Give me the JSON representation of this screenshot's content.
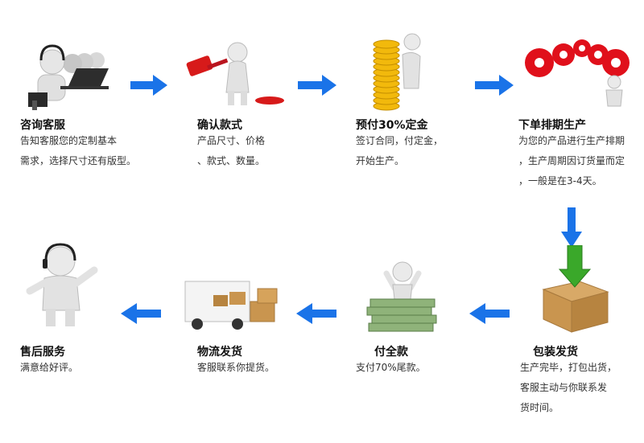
{
  "steps": [
    {
      "title": "咨询客服",
      "lines": [
        "告知客服您的定制基本",
        "需求，选择尺寸还有版型。"
      ]
    },
    {
      "title": "确认款式",
      "lines": [
        "产品尺寸、价格",
        "、款式、数量。"
      ]
    },
    {
      "title": "预付30%定金",
      "lines": [
        "签订合同，付定金，",
        "开始生产。"
      ]
    },
    {
      "title": "下单排期生产",
      "lines": [
        "为您的产品进行生产排期",
        "，生产周期因订货量而定",
        "，一般是在3-4天。"
      ]
    },
    {
      "title": "包装发货",
      "lines": [
        "生产完毕，打包出货，",
        "客服主动与你联系发",
        "货时间。"
      ]
    },
    {
      "title": "付全款",
      "lines": [
        "支付70%尾款。"
      ]
    },
    {
      "title": "物流发货",
      "lines": [
        "客服联系你提货。"
      ]
    },
    {
      "title": "售后服务",
      "lines": [
        "满意给好评。"
      ]
    }
  ],
  "colors": {
    "arrow": "#1a73e8",
    "gear": "#e0101b",
    "gold": "#f2b90c",
    "box": "#c9954f",
    "box_arrow": "#3aa82a"
  },
  "icons": [
    "customer-service-figure",
    "hammer-figure",
    "gold-coins-figure",
    "red-gears-figure",
    "box-with-green-arrow",
    "money-stack-figure",
    "truck-boxes-figure",
    "headset-figure"
  ]
}
